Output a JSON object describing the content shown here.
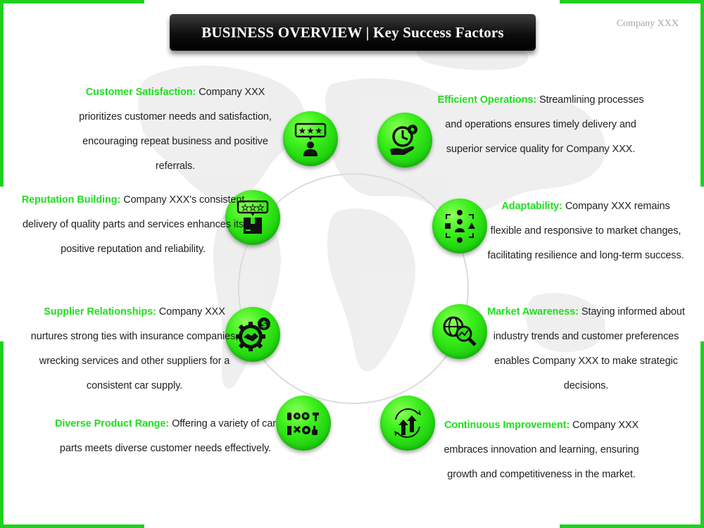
{
  "header": {
    "title": "BUSINESS OVERVIEW | Key Success Factors",
    "company_tag": "Company XXX"
  },
  "colors": {
    "accent_green": "#22dd22",
    "circle_green": "#33ee22",
    "title_bar": "#0e0e0e"
  },
  "factors": [
    {
      "heading": "Customer Satisfaction:",
      "text": "Company XXX prioritizes customer needs and satisfaction, encouraging repeat business and positive referrals.",
      "icon": "customer-rating-icon"
    },
    {
      "heading": "Reputation Building:",
      "text": "Company XXX's consistent delivery of quality parts and services enhances its positive reputation and reliability.",
      "icon": "rated-package-icon"
    },
    {
      "heading": "Supplier Relationships:",
      "text": "Company XXX nurtures strong ties with insurance companies, wrecking services and other suppliers for a consistent car supply.",
      "icon": "handshake-gear-icon"
    },
    {
      "heading": "Diverse Product Range:",
      "text": "Offering a variety of car parts meets diverse customer needs effectively.",
      "icon": "car-parts-icon"
    },
    {
      "heading": "Efficient Operations:",
      "text": "Streamlining processes and operations ensures timely delivery and superior service quality for Company XXX.",
      "icon": "clock-gear-hand-icon"
    },
    {
      "heading": "Adaptability:",
      "text": "Company XXX remains flexible and responsive to market changes, facilitating resilience and long-term success.",
      "icon": "adaptability-shapes-icon"
    },
    {
      "heading": "Market Awareness:",
      "text": "Staying informed about industry trends and customer preferences enables Company XXX to make strategic decisions.",
      "icon": "globe-magnifier-icon"
    },
    {
      "heading": "Continuous Improvement:",
      "text": "Company XXX embraces innovation and learning, ensuring growth and competitiveness in the market.",
      "icon": "improvement-arrows-icon"
    }
  ]
}
